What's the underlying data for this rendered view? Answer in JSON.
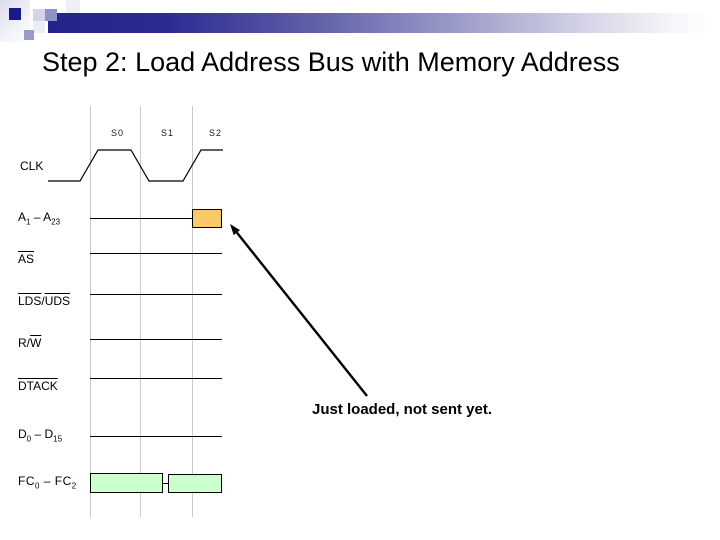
{
  "slide": {
    "title": "Step 2: Load Address Bus with Memory Address",
    "annotation": "Just loaded, not sent yet."
  },
  "diagram": {
    "states": [
      "S0",
      "S1",
      "S2"
    ],
    "labels": {
      "clk": "CLK",
      "addr": {
        "base1": "A",
        "sub1": "1",
        "mid": " – A",
        "sub2": "23"
      },
      "as": "AS",
      "ldsuds": {
        "first": "LDS",
        "sep": "/",
        "second": "UDS"
      },
      "rw": {
        "plain": "R/",
        "over": "W"
      },
      "dtack": "DTACK",
      "data": {
        "base1": "D",
        "sub1": "0",
        "mid": " – D",
        "sub2": "15"
      },
      "fc": {
        "base1": "FC",
        "sub1": "0",
        "mid": " – FC",
        "sub2": "2"
      }
    },
    "colors": {
      "address_box_fill": "#FBC96C",
      "fc_box_fill": "#CCFFCC",
      "gridline": "#C9C9C9",
      "accent_navy": "#23238C"
    }
  }
}
